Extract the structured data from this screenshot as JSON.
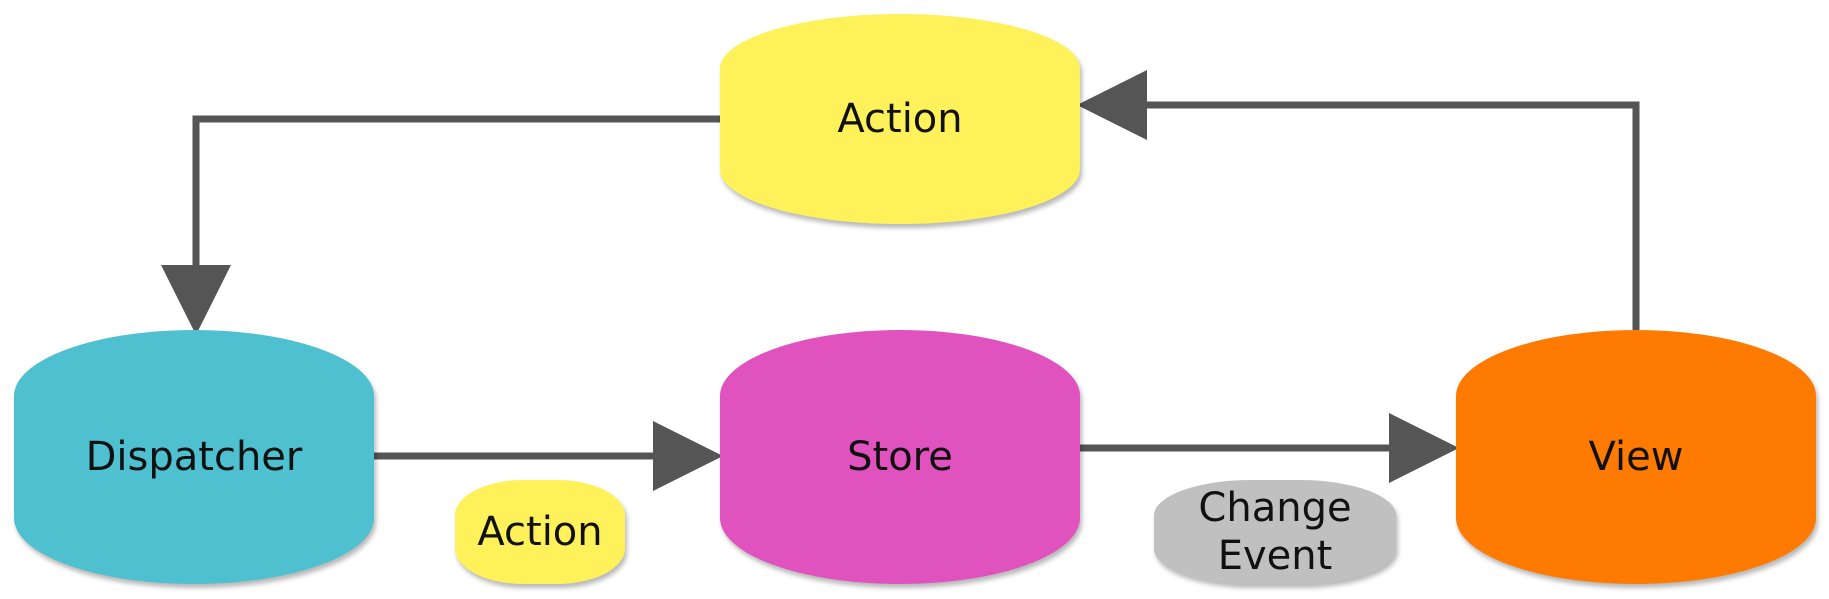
{
  "nodes": {
    "action_top": {
      "label": "Action",
      "color": "#fff15a"
    },
    "dispatcher": {
      "label": "Dispatcher",
      "color": "#4fc0d0"
    },
    "store": {
      "label": "Store",
      "color": "#e052be"
    },
    "view": {
      "label": "View",
      "color": "#ff7a00"
    },
    "action_small": {
      "label": "Action",
      "color": "#fff15a"
    },
    "change_event": {
      "line1": "Change",
      "line2": "Event",
      "color": "#c0c0c0"
    }
  },
  "edges": [
    {
      "from": "dispatcher",
      "to": "store"
    },
    {
      "from": "store",
      "to": "view"
    },
    {
      "from": "view",
      "to": "action_top"
    },
    {
      "from": "action_top",
      "to": "dispatcher"
    }
  ],
  "colors": {
    "arrow": "#555555"
  }
}
